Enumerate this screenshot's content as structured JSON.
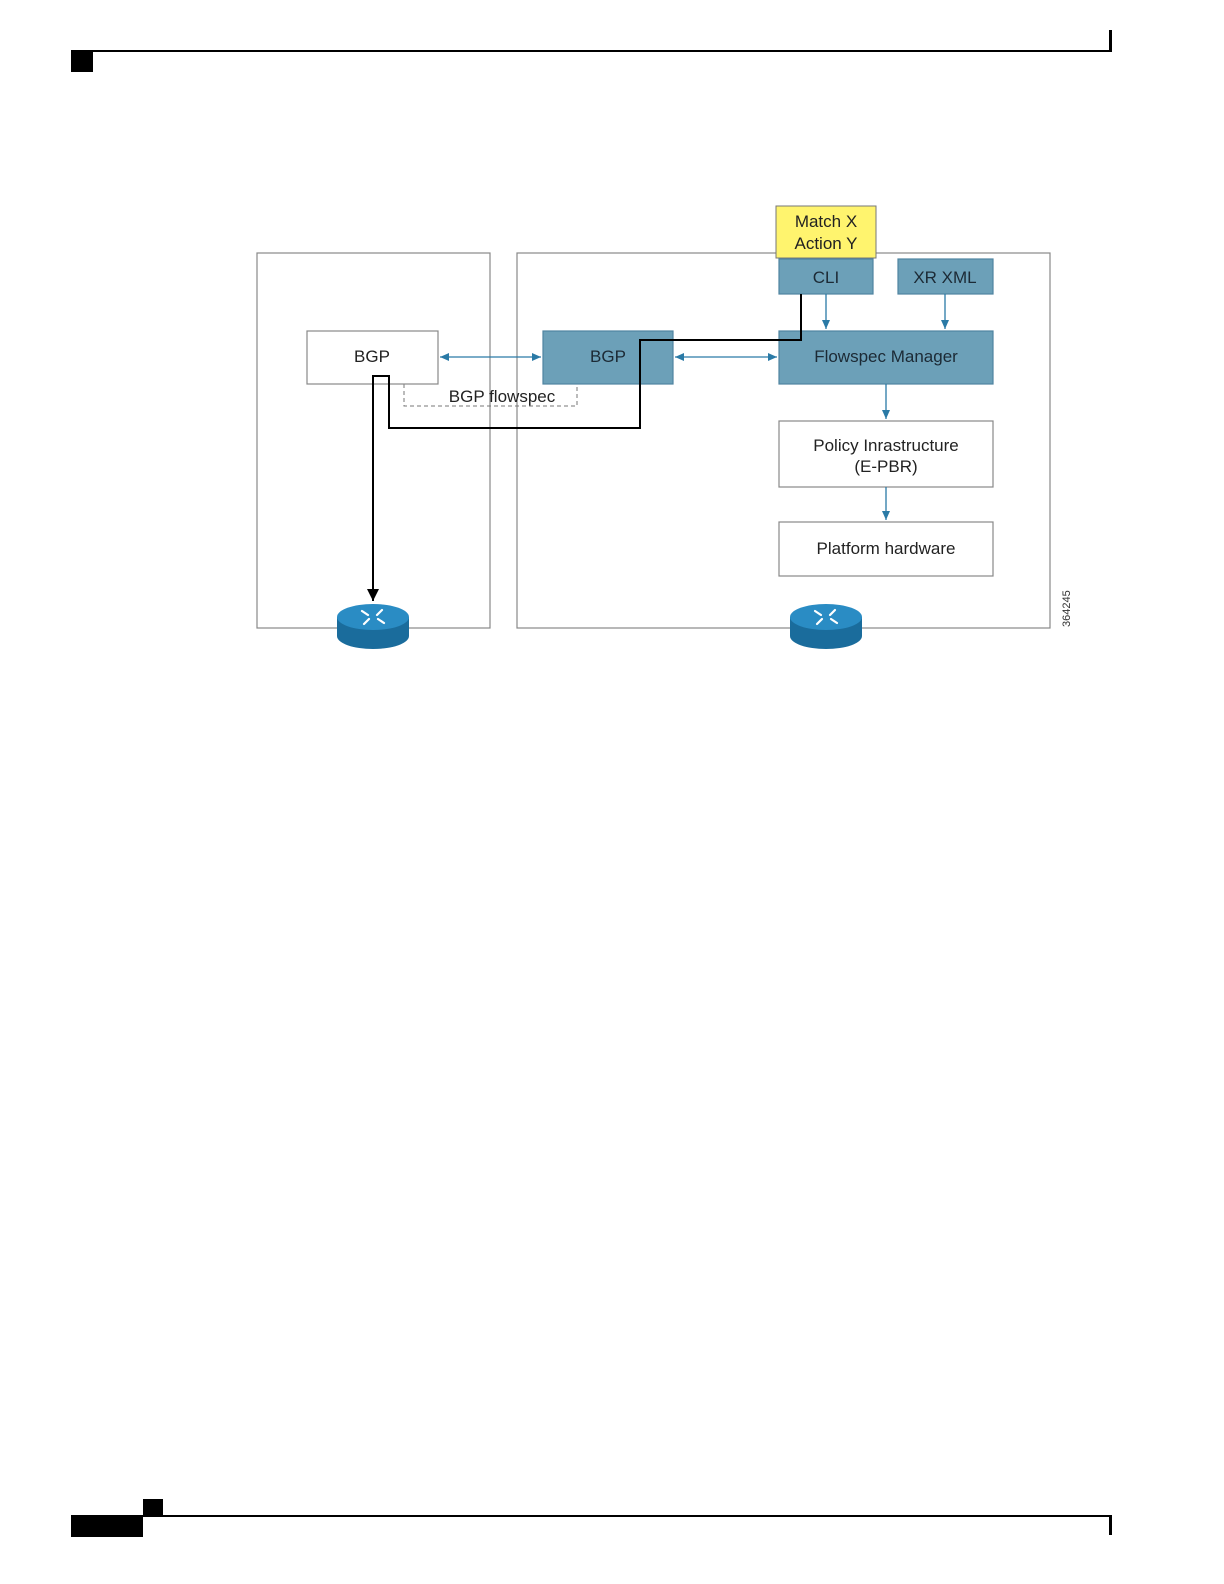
{
  "diagram": {
    "left_router_bgp": "BGP",
    "bgp_flowspec": "BGP flowspec",
    "right_router_bgp": "BGP",
    "match_line1": "Match X",
    "match_line2": "Action Y",
    "cli": "CLI",
    "xr_xml": "XR XML",
    "flowspec_manager": "Flowspec Manager",
    "policy_line1": "Policy Inrastructure",
    "policy_line2": "(E-PBR)",
    "platform_hardware": "Platform hardware",
    "figure_id": "364245",
    "colors": {
      "component_fill": "#6ca0b8",
      "note_fill": "#fff46e",
      "arrow": "#2a7aa6",
      "router": "#1f7fb3"
    }
  }
}
